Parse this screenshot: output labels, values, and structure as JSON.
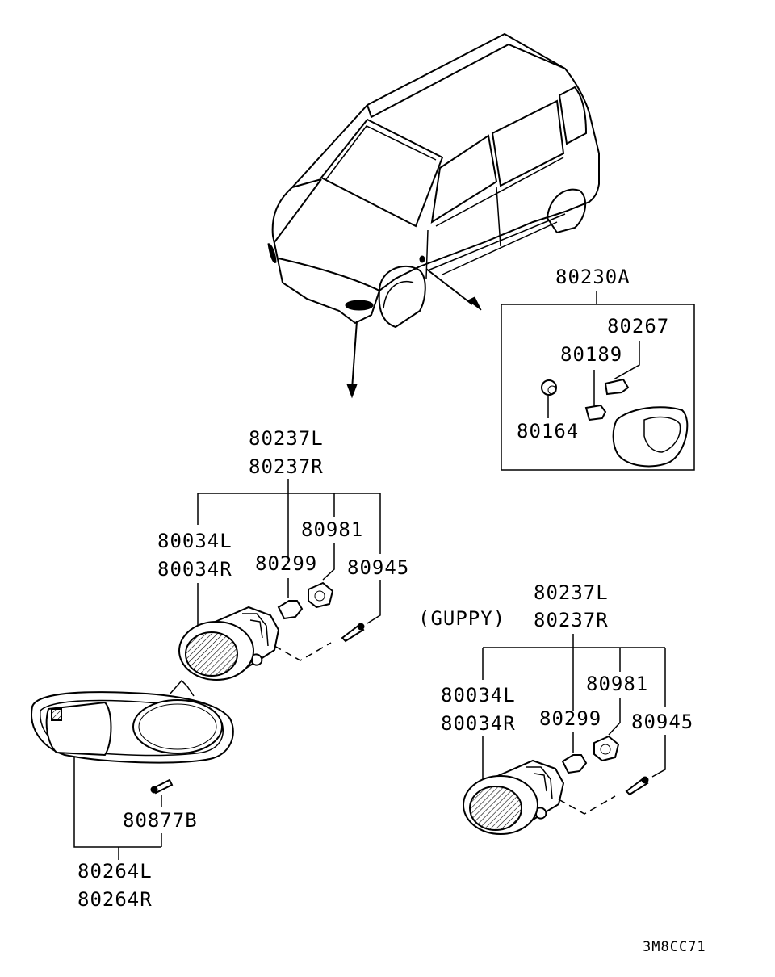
{
  "diagram": {
    "drawing_code": "3M8CC71",
    "side_marker_group": {
      "assembly": "80230A",
      "parts": [
        "80267",
        "80189",
        "80164"
      ]
    },
    "fog_lamp_upper": {
      "assembly": [
        "80237L",
        "80237R"
      ],
      "lens": [
        "80034L",
        "80034R"
      ],
      "bulb": "80299",
      "socket": "80981",
      "screw": "80945"
    },
    "fog_lamp_lower": {
      "variant": "(GUPPY)",
      "assembly": [
        "80237L",
        "80237R"
      ],
      "lens": [
        "80034L",
        "80034R"
      ],
      "bulb": "80299",
      "socket": "80981",
      "screw": "80945"
    },
    "bezel_group": {
      "screw": "80877B",
      "bezel": [
        "80264L",
        "80264R"
      ]
    }
  }
}
